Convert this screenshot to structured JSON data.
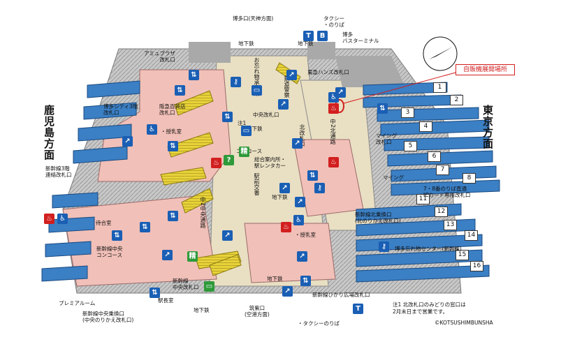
{
  "title_callout": "自販機展開場所",
  "directions": {
    "kagoshima": "鹿児島方面",
    "tokyo": "東京方面",
    "hakata_exit": "博多口(天神方面)",
    "chikushi_exit": "筑紫口\n(空港方面)"
  },
  "tracks": [
    "1",
    "2",
    "3",
    "4",
    "5",
    "6",
    "7",
    "8",
    "11",
    "12",
    "13",
    "14",
    "15",
    "16"
  ],
  "labels": {
    "amu_plaza": "アミュプラザ\n改札口",
    "subway_1": "地下鉄",
    "subway_2": "地下鉄",
    "subway_3": "地下鉄",
    "subway_4": "地下鉄",
    "subway_5": "地下鉄",
    "subway_6": "地下鉄",
    "taxi_top": "タクシー\n・のりば",
    "bus_terminal": "博多\nバスターミナル",
    "otodoke": "お忘れ物承り所",
    "tetsudo_police": "鉄道警察",
    "chuo_gate": "中央改札口",
    "note1": "注1",
    "hankyu_gate": "阪急百貨店\n改札口",
    "hakata_city_gate": "博多シティ3階\n改札口",
    "tokyu_hands_gate": "東急ハンズ改札口",
    "naka2_north": "中2北通路",
    "kita_gate": "北改札口",
    "nursing_1": "・授乳室",
    "concourse": "コンコース",
    "ming_gate": "マイング\n改札口",
    "ming": "マイング",
    "rental_car": "総合案内所・\n駅レンタカー",
    "shinkansen_connect": "新幹線3階\n連絡改札口",
    "track_78_note": "7・8番のりば直通\nICカード専用改札口",
    "ekimae_police": "駅前交番",
    "naka2_center": "中2中央通路",
    "shinkansen_north_gate": "新幹線北乗換口\n(北のりかえ改札口)",
    "nursing_2": "・授乳室",
    "waiting_room": "待合室",
    "shinkansen_chuo_concourse": "新幹線中央\nコンコース",
    "lost_items_center": "博多忘れ物センター(新幹線)",
    "shinkansen_chuo_gate": "新幹線\n中央改札口",
    "premier_room": "プレミアルーム",
    "station_master": "駅長室",
    "hikari_gate": "新幹線ひかり広場改札口",
    "shinkansen_chuo_transfer": "新幹線中央乗換口\n(中央のりかえ改札口)",
    "taxi_bottom": "・タクシーのりば",
    "note_text": "注1 北改札口のみどりの窓口は\n2月末日まで営業です。",
    "copyright": "©KOTSUSHIMBUNSHA",
    "toilet_kanji": "精"
  },
  "icons": [
    "elevator-icon",
    "escalator-icon",
    "toilet-icon",
    "wheelchair-icon",
    "info-icon",
    "taxi-icon",
    "bus-icon",
    "ticket-icon",
    "key-icon",
    "compass-icon"
  ],
  "colors": {
    "platform_blue": "#3b7fc4",
    "concourse_pink": "#f1c0b8",
    "building_gray": "#a9a9a9",
    "corridor_beige": "#e9dfc3",
    "escalator_yellow": "#e8d23a",
    "callout_red": "#d21f1f",
    "icon_blue": "#1a5fb4",
    "icon_green": "#2e9a3a"
  }
}
